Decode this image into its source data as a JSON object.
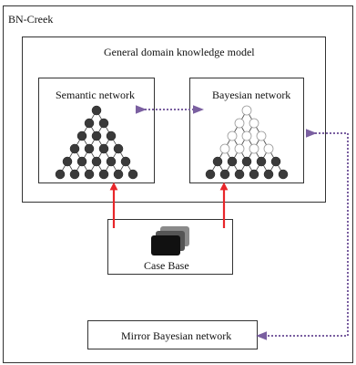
{
  "outer_title": "BN-Creek",
  "domain_model": {
    "title": "General domain knowledge model"
  },
  "semantic_network": {
    "label": "Semantic network"
  },
  "bayesian_network": {
    "label": "Bayesian network"
  },
  "case_base": {
    "label": "Case Base"
  },
  "mirror": {
    "label": "Mirror Bayesian network"
  },
  "colors": {
    "frame": "#333333",
    "node_filled": "#3a3a3a",
    "node_hollow": "#ffffff",
    "red_arrow": "#e8262a",
    "dotted_arrow": "#7a5fa0"
  }
}
